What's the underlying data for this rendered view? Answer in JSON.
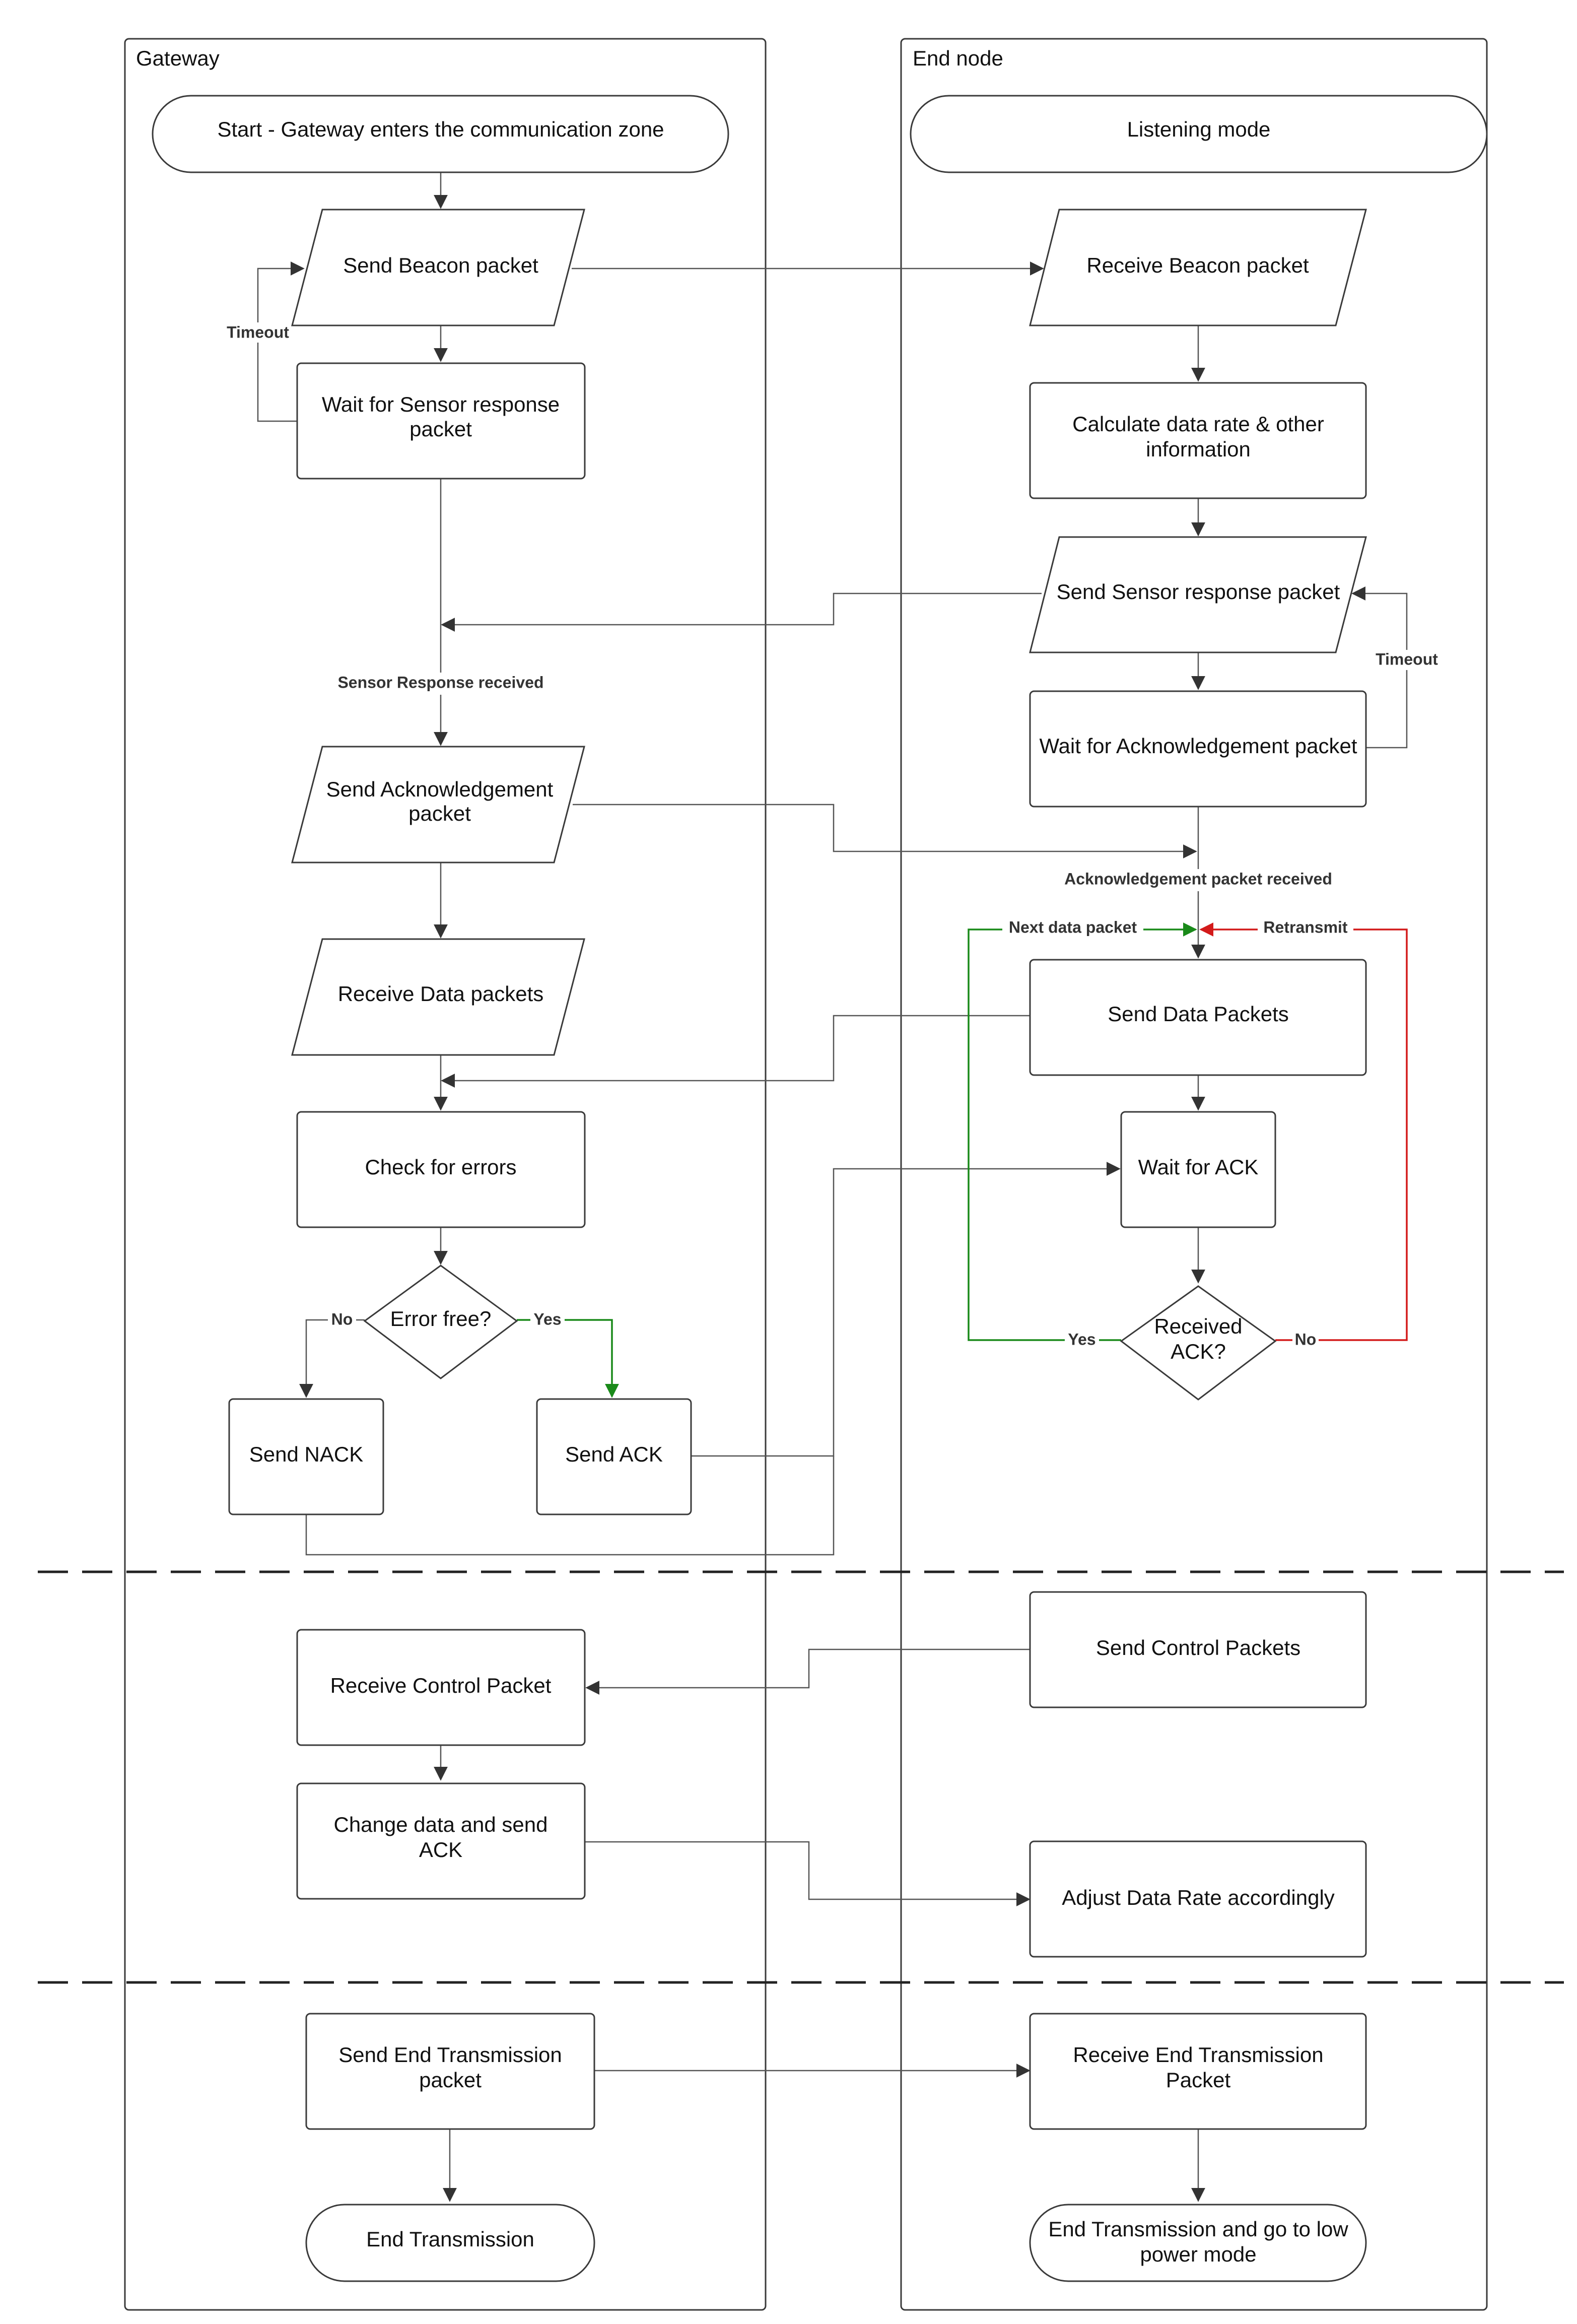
{
  "lanes": {
    "gateway": "Gateway",
    "end_node": "End node"
  },
  "nodes": {
    "start": "Start - Gateway enters the communication zone",
    "send_beacon": "Send Beacon packet",
    "wait_sensor_response": [
      "Wait for Sensor response",
      "packet"
    ],
    "send_ack_packet": [
      "Send Acknowledgement",
      "packet"
    ],
    "receive_data_packets": "Receive Data packets",
    "check_errors": "Check for errors",
    "error_free": "Error free?",
    "send_nack": "Send NACK",
    "send_ack": "Send ACK",
    "listening": "Listening mode",
    "receive_beacon": "Receive Beacon packet",
    "calc_rate": [
      "Calculate data rate & other",
      "information"
    ],
    "send_sensor_response": "Send Sensor response packet",
    "wait_ack_packet": "Wait for Acknowledgement packet",
    "send_data_packets": "Send Data Packets",
    "wait_for_ack": "Wait for ACK",
    "received_ack": [
      "Received",
      "ACK?"
    ],
    "receive_control": "Receive Control Packet",
    "change_data": [
      "Change data and send",
      "ACK"
    ],
    "send_control": "Send Control Packets",
    "adjust_rate": "Adjust Data Rate accordingly",
    "send_end": [
      "Send End Transmission",
      "packet"
    ],
    "end_transmission": "End Transmission",
    "receive_end": [
      "Receive End Transmission",
      "Packet"
    ],
    "end_low_power": [
      "End Transmission and go to low",
      "power mode"
    ]
  },
  "edge_labels": {
    "timeout_gateway": "Timeout",
    "sensor_response_received": "Sensor Response received",
    "timeout_end_node": "Timeout",
    "ack_packet_received": "Acknowledgement packet received",
    "next_data_packet": "Next data packet",
    "retransmit": "Retransmit",
    "yes_received": "Yes",
    "no_received": "No",
    "no_error": "No",
    "yes_error": "Yes"
  },
  "colors": {
    "yes_path": "#1a8a1a",
    "no_path": "#d31a1a",
    "stroke": "#3a3a3a"
  }
}
